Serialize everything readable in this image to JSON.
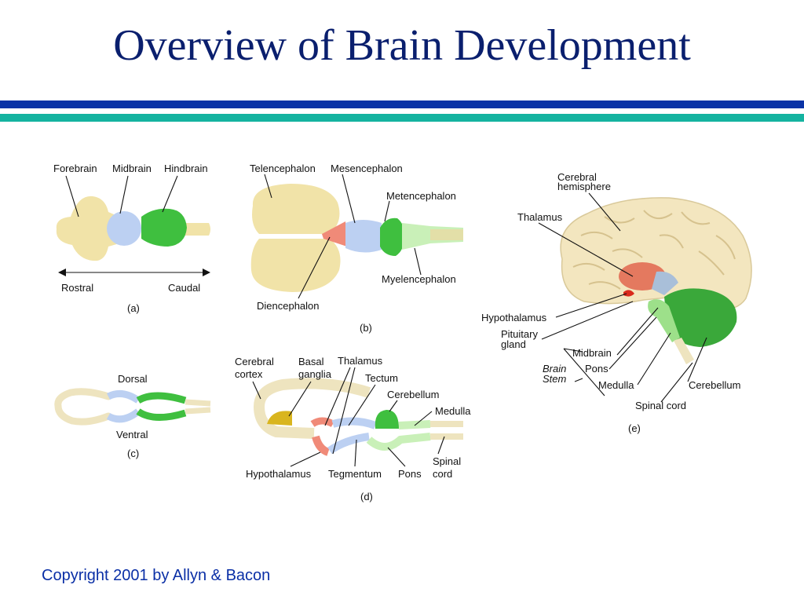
{
  "slide": {
    "title": "Overview of Brain Development",
    "copyright": "Copyright 2001 by Allyn & Bacon"
  },
  "panel_a": {
    "label": "(a)",
    "forebrain": "Forebrain",
    "midbrain": "Midbrain",
    "hindbrain": "Hindbrain",
    "rostral": "Rostral",
    "caudal": "Caudal"
  },
  "panel_b": {
    "label": "(b)",
    "telencephalon": "Telencephalon",
    "mesencephalon": "Mesencephalon",
    "metencephalon": "Metencephalon",
    "myelencephalon": "Myelencephalon",
    "diencephalon": "Diencephalon"
  },
  "panel_c": {
    "label": "(c)",
    "dorsal": "Dorsal",
    "ventral": "Ventral"
  },
  "panel_d": {
    "label": "(d)",
    "cerebral_cortex_1": "Cerebral",
    "cerebral_cortex_2": "cortex",
    "basal_ganglia_1": "Basal",
    "basal_ganglia_2": "ganglia",
    "thalamus": "Thalamus",
    "tectum": "Tectum",
    "cerebellum": "Cerebellum",
    "medulla": "Medulla",
    "spinal_cord_1": "Spinal",
    "spinal_cord_2": "cord",
    "hypothalamus": "Hypothalamus",
    "tegmentum": "Tegmentum",
    "pons": "Pons"
  },
  "panel_e": {
    "label": "(e)",
    "cerebral_hemisphere_1": "Cerebral",
    "cerebral_hemisphere_2": "hemisphere",
    "thalamus": "Thalamus",
    "hypothalamus": "Hypothalamus",
    "pituitary_1": "Pituitary",
    "pituitary_2": "gland",
    "midbrain": "Midbrain",
    "brain_stem_1": "Brain",
    "brain_stem_2": "Stem",
    "pons": "Pons",
    "medulla": "Medulla",
    "cerebellum": "Cerebellum",
    "spinal_cord": "Spinal cord"
  },
  "colors": {
    "title": "#0a1f6e",
    "rule_blue": "#0a33a6",
    "rule_teal": "#14b3a0",
    "forebrain": "#f1e3a8",
    "midbrain": "#bcd0f2",
    "hindbrain": "#3fbf3f",
    "diencephalon": "#f08a78",
    "spinal": "#c9f0b8"
  }
}
